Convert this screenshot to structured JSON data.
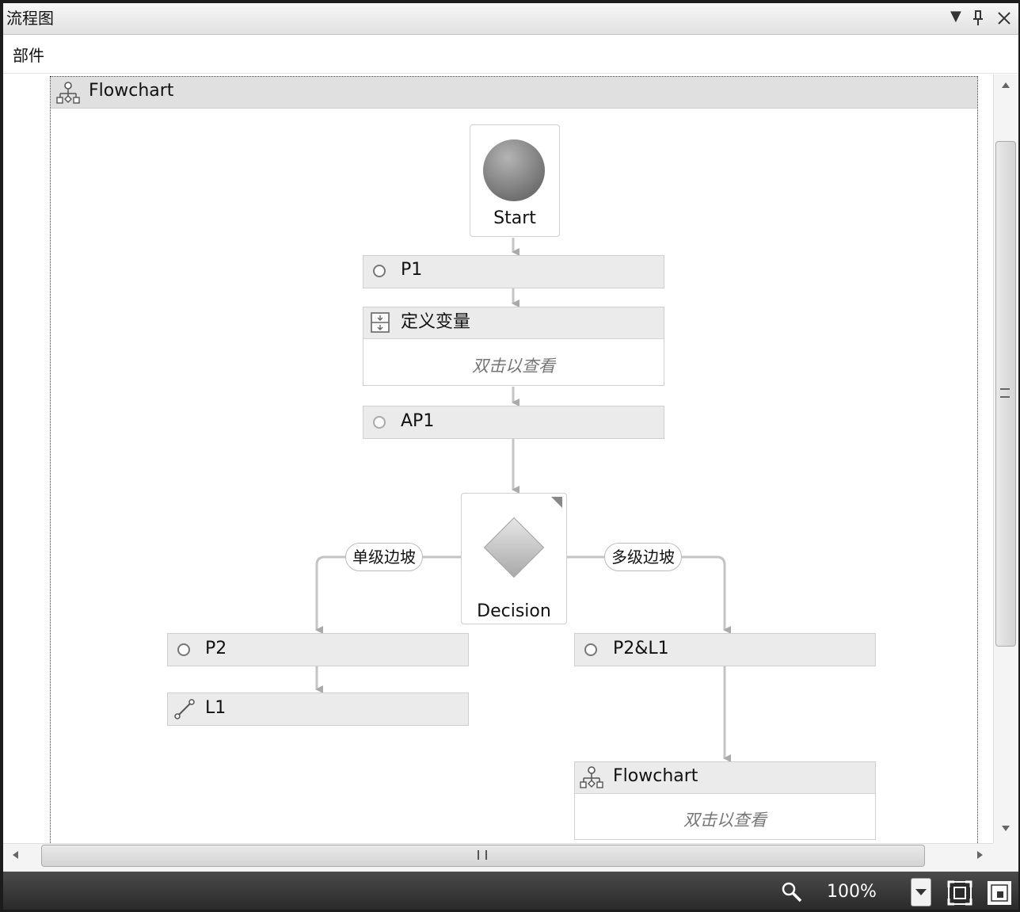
{
  "window": {
    "title": "流程图"
  },
  "breadcrumb": "部件",
  "designer": {
    "root": {
      "label": "Flowchart"
    },
    "start": {
      "label": "Start"
    },
    "p1": {
      "label": "P1"
    },
    "define_vars": {
      "label": "定义变量",
      "hint": "双击以查看"
    },
    "ap1": {
      "label": "AP1"
    },
    "decision": {
      "label": "Decision",
      "left_branch": "单级边坡",
      "right_branch": "多级边坡"
    },
    "p2": {
      "label": "P2"
    },
    "l1": {
      "label": "L1"
    },
    "p2l1": {
      "label": "P2&L1"
    },
    "sub_flow": {
      "label": "Flowchart",
      "hint": "双击以查看"
    }
  },
  "status": {
    "zoom": "100%"
  }
}
